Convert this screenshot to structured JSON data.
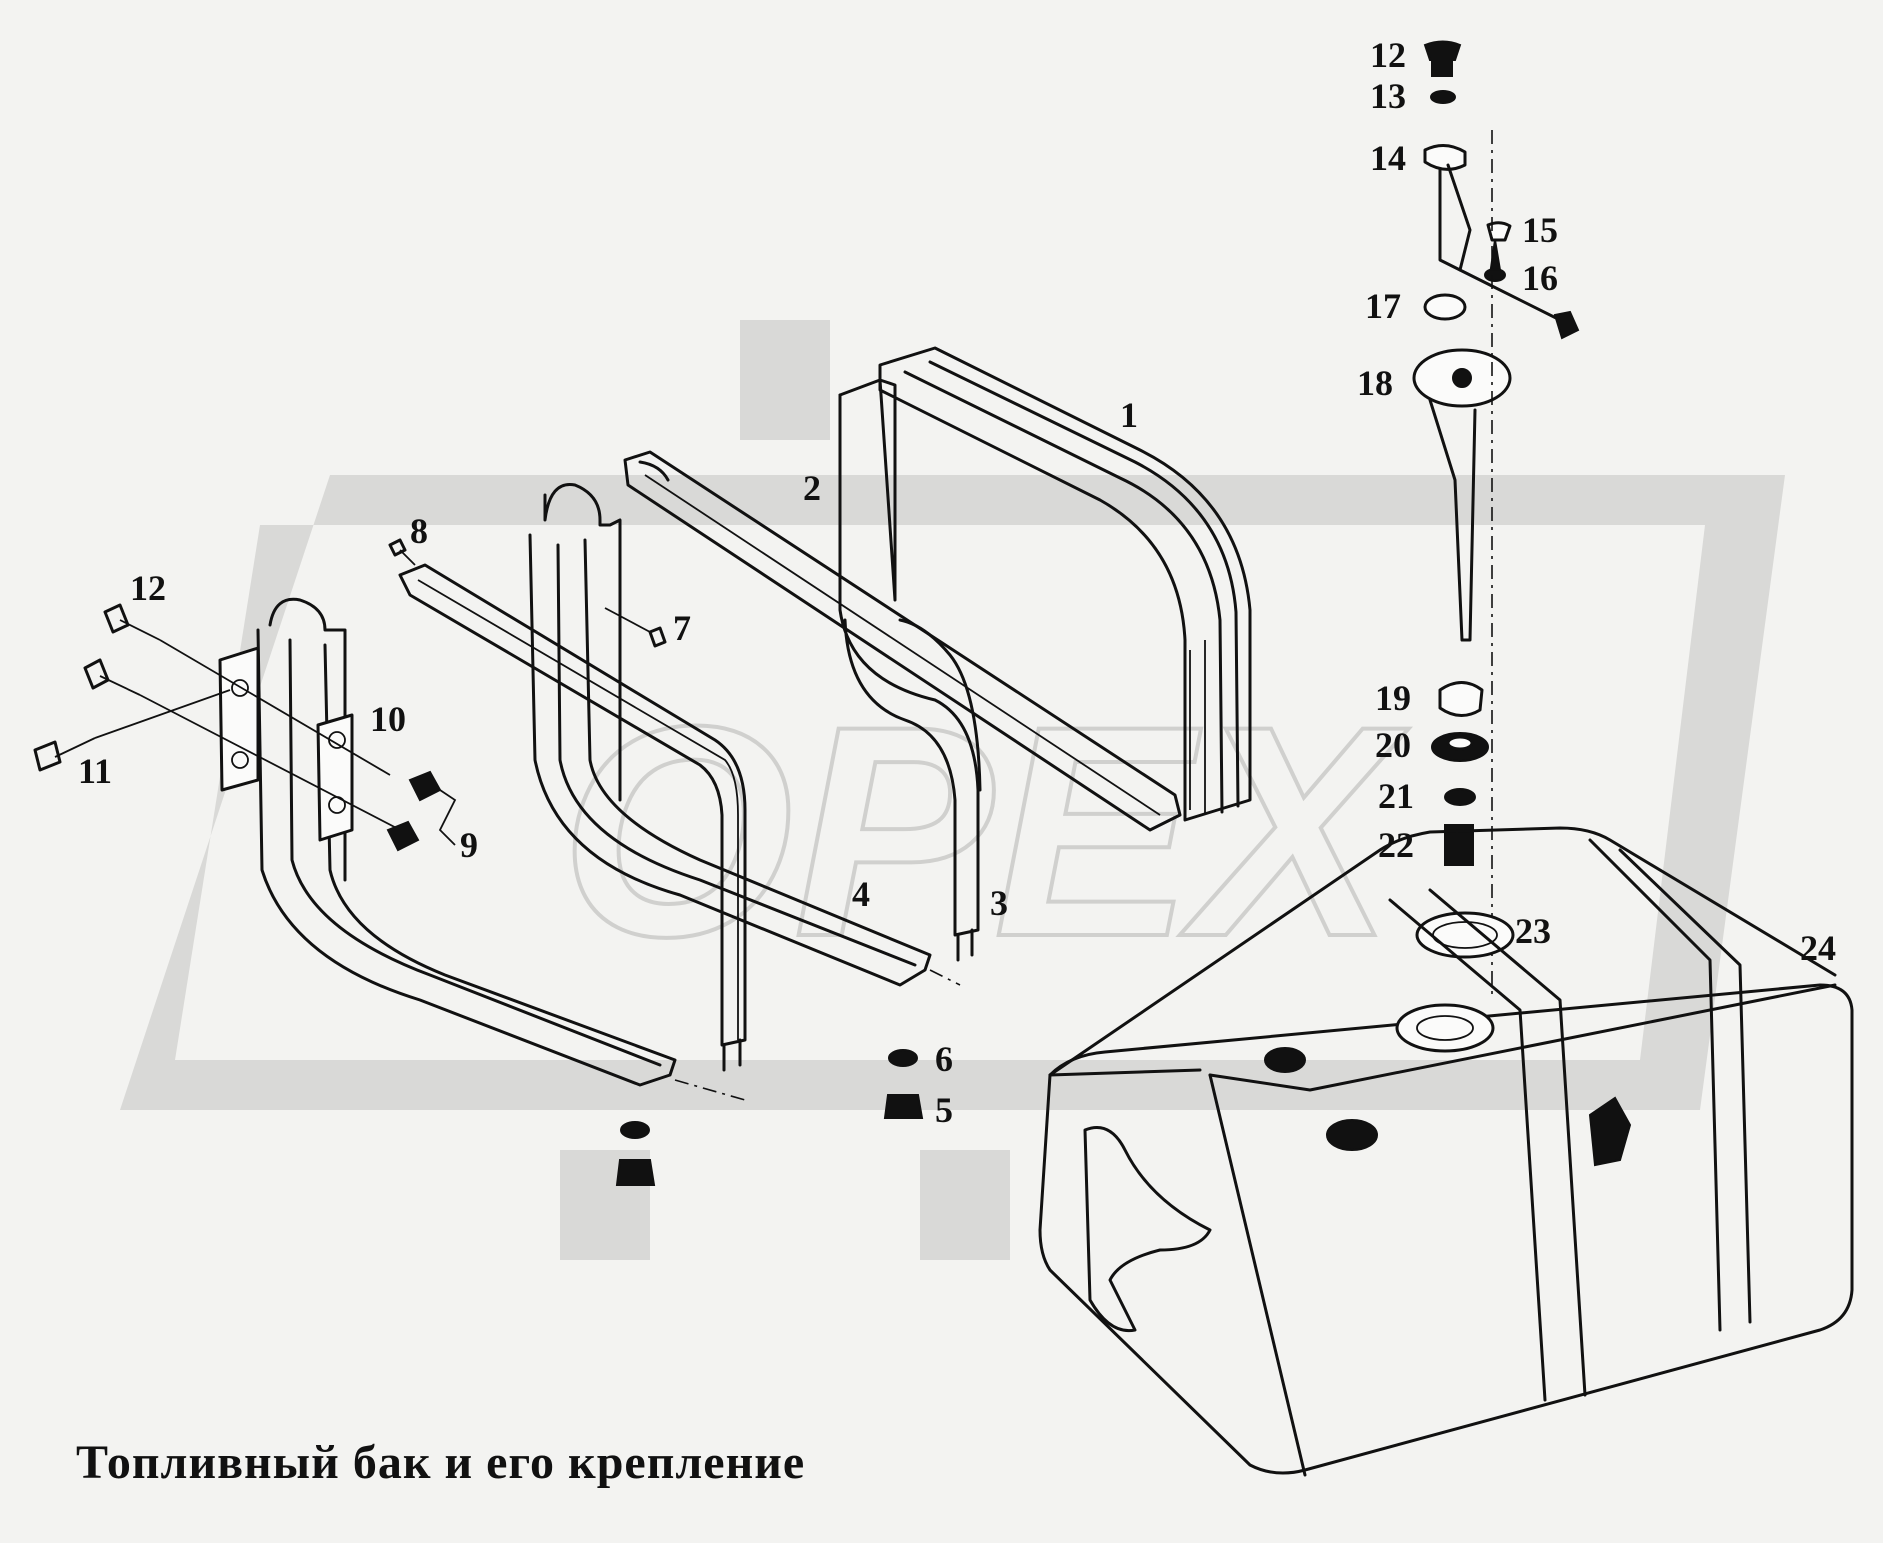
{
  "title": "Топливный бак и его крепление",
  "callouts": [
    "1",
    "2",
    "3",
    "4",
    "5",
    "6",
    "7",
    "8",
    "9",
    "10",
    "11",
    "12",
    "12",
    "13",
    "14",
    "15",
    "16",
    "17",
    "18",
    "19",
    "20",
    "21",
    "22",
    "23",
    "24"
  ],
  "watermark_text": "OPEX",
  "colors": {
    "background": "#f3f3f1",
    "ink": "#111111",
    "watermark": "#d7d7d5"
  }
}
